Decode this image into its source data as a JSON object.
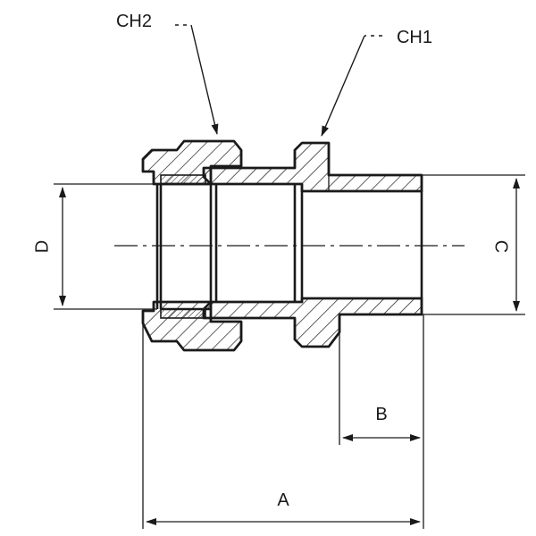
{
  "labels": {
    "ch2": "CH2",
    "ch1": "CH1",
    "d": "D",
    "c": "C",
    "b": "B",
    "a": "A"
  },
  "colors": {
    "line": "#1a1a1a",
    "background": "#ffffff",
    "hatch": "#1a1a1a"
  }
}
